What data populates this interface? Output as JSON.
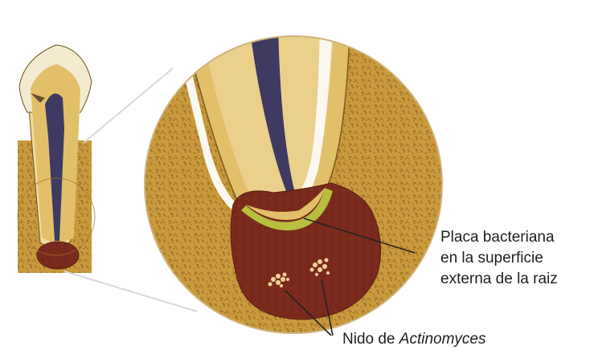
{
  "labels": {
    "plaque": {
      "line1": "Placa bacteriana",
      "line2": "en la superficie",
      "line3": "externa de la raiz"
    },
    "nest": {
      "prefix": "Nido de ",
      "organism": "Actinomyces"
    }
  },
  "colors": {
    "bone": "#c89a3c",
    "bone_cells": "#9a6a22",
    "enamel": "#f3ead0",
    "dentin": "#e2c06a",
    "root_canal": "#3e3a62",
    "canal_shell": "#fbf8ef",
    "lesion": "#7a2a1c",
    "plaque": "#b7bf3e",
    "colony": "#efd49a",
    "leader_line": "#222222"
  }
}
